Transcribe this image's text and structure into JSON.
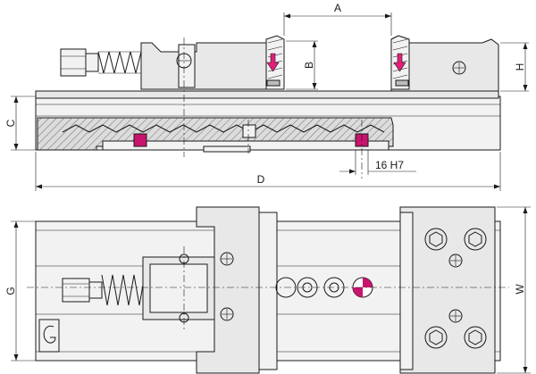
{
  "dimensions": {
    "A": "A",
    "B": "B",
    "C": "C",
    "D": "D",
    "H": "H",
    "G": "G",
    "W": "W",
    "slot_fit": "16 H7"
  },
  "colors": {
    "arrow_red": "#e0207a",
    "key_magenta": "#c8146e",
    "body_fill": "#e8e8e8",
    "line": "#1a1a1a"
  },
  "icons": {
    "clamp_direction": "down-arrow-icon",
    "brand_logo": "logo-icon"
  }
}
